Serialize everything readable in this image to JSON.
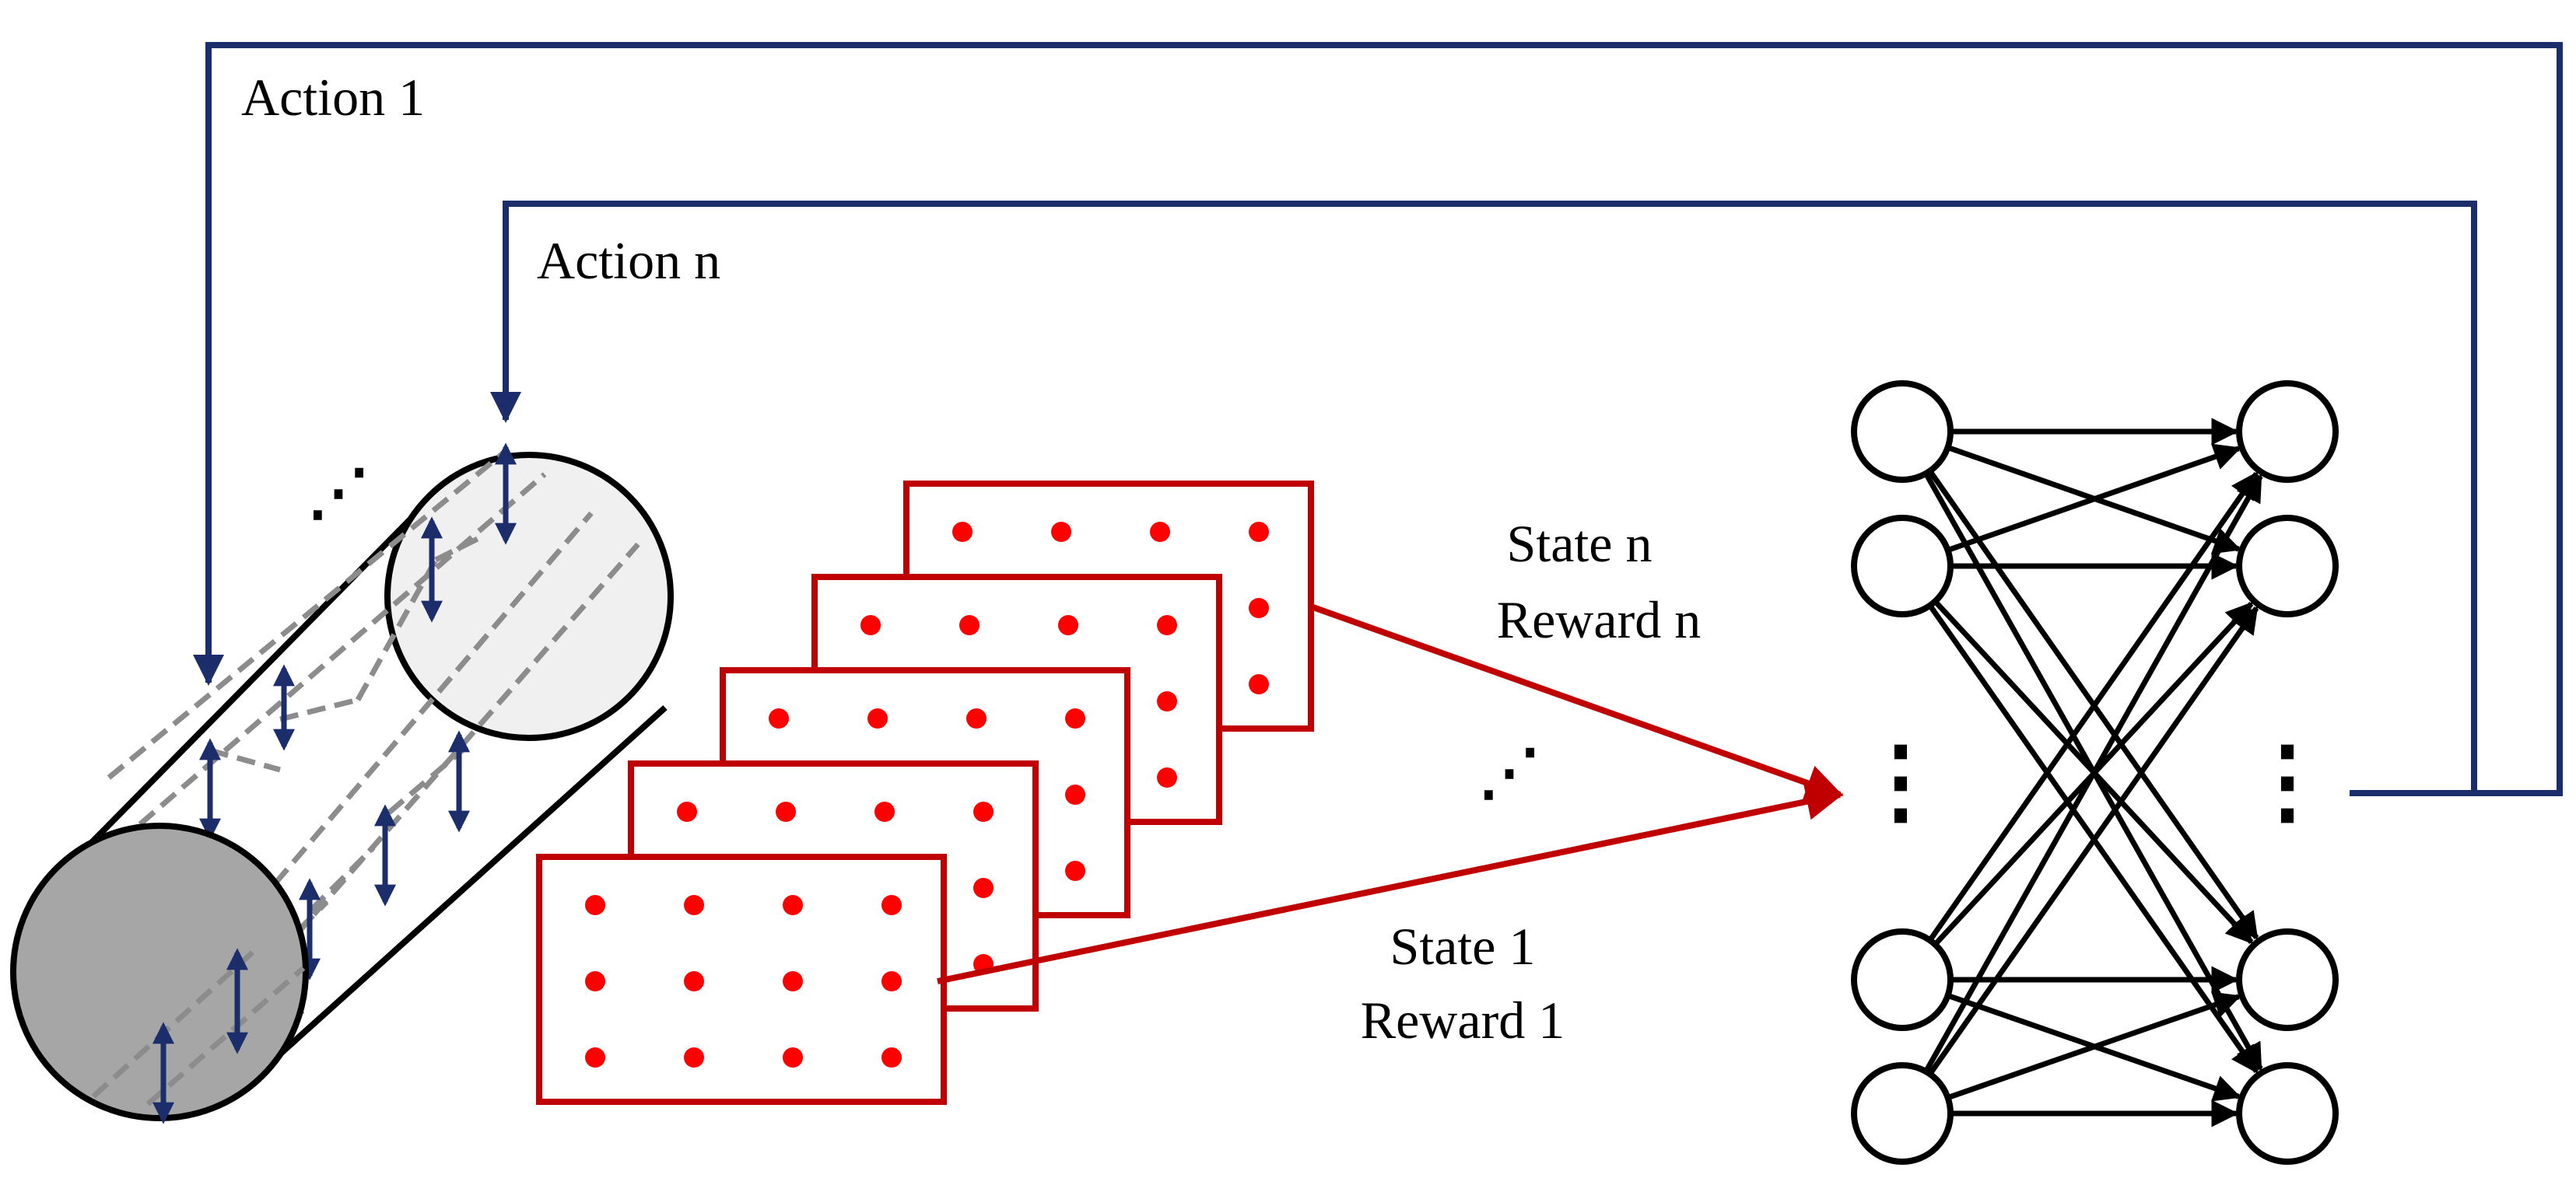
{
  "labels": {
    "action_1": "Action 1",
    "action_n": "Action n",
    "state_n": "State n",
    "reward_n": "Reward n",
    "state_1": "State 1",
    "reward_1": "Reward 1"
  },
  "ellipsis": {
    "cylinder": "⋰",
    "frames": "⋰",
    "input_layer": "⋮",
    "output_layer": "⋮"
  },
  "colors": {
    "action": "#1b2e6b",
    "state": "#c00000",
    "sensor_dot": "#ff0000",
    "network": "#000000",
    "cylinder_front": "#a6a6a6",
    "cylinder_back": "#f0f0f0",
    "inner_lines": "#8c8c8c"
  },
  "network": {
    "input_nodes": 4,
    "output_nodes": 4
  },
  "frames": {
    "count": 5,
    "dot_rows": 3,
    "dot_cols": 4
  }
}
